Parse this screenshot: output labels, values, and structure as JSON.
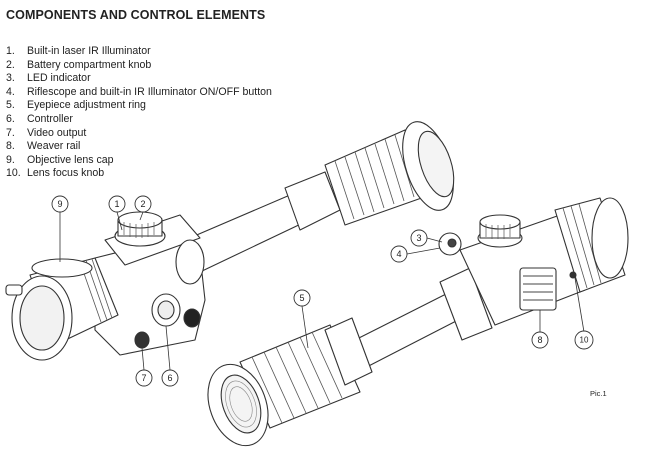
{
  "header": {
    "title": "COMPONENTS AND CONTROL ELEMENTS"
  },
  "components": [
    {
      "num": "1.",
      "label": "Built-in laser IR Illuminator"
    },
    {
      "num": "2.",
      "label": "Battery compartment knob"
    },
    {
      "num": "3.",
      "label": "LED indicator"
    },
    {
      "num": "4.",
      "label": "Riflescope and built-in IR Illuminator ON/OFF button"
    },
    {
      "num": "5.",
      "label": "Eyepiece adjustment ring"
    },
    {
      "num": "6.",
      "label": "Controller"
    },
    {
      "num": "7.",
      "label": "Video output"
    },
    {
      "num": "8.",
      "label": "Weaver rail"
    },
    {
      "num": "9.",
      "label": "Objective lens cap"
    },
    {
      "num": "10.",
      "label": "Lens focus knob"
    }
  ],
  "callouts": {
    "c1": "1",
    "c2": "2",
    "c3": "3",
    "c4": "4",
    "c5": "5",
    "c6": "6",
    "c7": "7",
    "c8": "8",
    "c9": "9",
    "c10": "10"
  },
  "figure": {
    "caption": "Pic.1"
  }
}
